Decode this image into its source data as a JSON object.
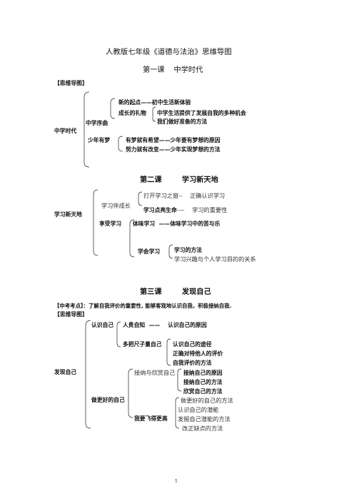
{
  "doc": {
    "title": "人教版七年级《道德与法治》思维导图",
    "page_number": "1"
  },
  "lesson1": {
    "heading": "第一课    中学时代",
    "map_label": "【思维导图】",
    "root": "中学时代",
    "branch1": "中学序曲",
    "b1_item1": "新的起点——初中生活新体验",
    "b1_item2": "成长的礼物",
    "b1_sub1": "中学生活提供了发展自我的多种机会",
    "b1_sub2": "我们做好准备的方法",
    "branch2": "少年有梦",
    "b2_item1": "有梦就有希望——少年要有梦想的原因",
    "b2_item2": "努力就有改变——少年实现梦想的方法"
  },
  "lesson2": {
    "heading": "第二课        学习新天地",
    "root": "学习新天地",
    "branch1": "学习伴成长",
    "b1_item1": "打开学习之窗--    正确认识学习",
    "b1_item2_a": "学习点亮生命",
    "b1_item2_b": "-—    学习的重要性",
    "branch2": "享受学习",
    "b2_item1": "体味学习  ——体味学习中的苦与乐",
    "b2_item2": "学会学习",
    "b2_sub1": "学习的方法",
    "b2_sub2": "学习兴趣与个人学习目的的关系"
  },
  "lesson3": {
    "heading": "第三课        发现自己",
    "exam_points": "【中考考点】：了解自我评价的重要性, 能够客观地认识自我，积极接纳自我.",
    "map_label": "【思维导图】",
    "root": "发现自己",
    "branch1": "认识自己",
    "b1_item1": "人贵自知  ——    认识自己的原因",
    "b1_item2": "多把尺子量自己",
    "b1_sub1": "认识自己的途径",
    "b1_sub2": "正确对待他人的评价",
    "b1_sub3": "自我评价的方法",
    "branch2": "做更好的自己",
    "b2_item1": "接纳与欣赏自己",
    "b2_sub1": "接纳自己的原因",
    "b2_sub2": "接纳自己的方法",
    "b2_sub3": "欣赏自己的方法",
    "b2_item2": "我要飞得更高",
    "b2_sub4": "做更好的自己的方法",
    "b2_sub5": "认识自己的潜能",
    "b2_sub6": "发掘自己潜能的方法",
    "b2_sub7": "改正缺点的方法"
  }
}
